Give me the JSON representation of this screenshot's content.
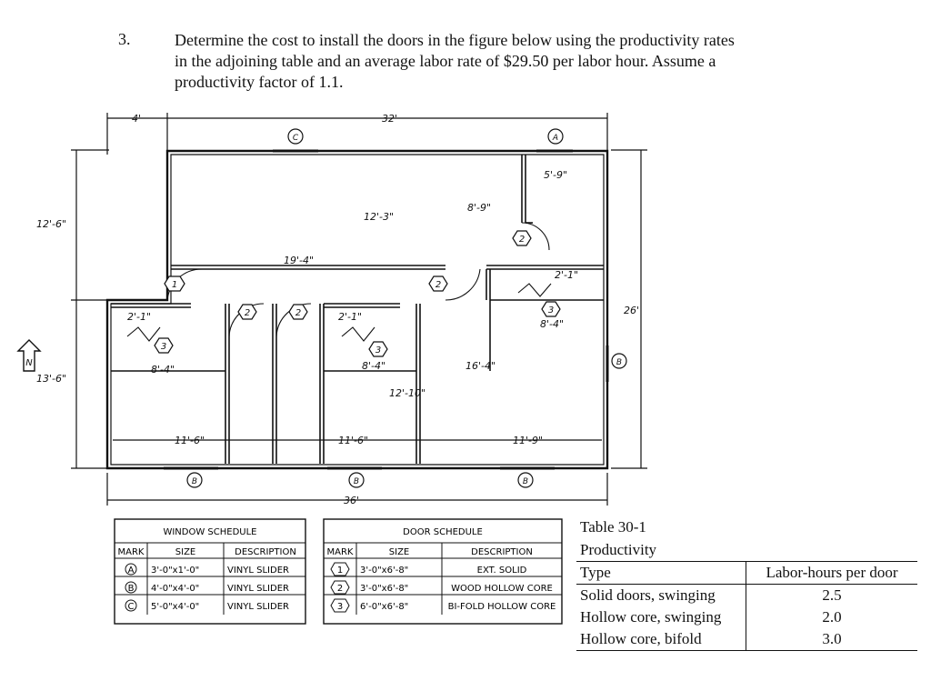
{
  "question": {
    "number": "3.",
    "lines": [
      "Determine the cost to install the doors in the figure below using the productivity rates",
      "in the adjoining table and an average labor rate of $29.50 per labor hour. Assume a",
      "productivity factor of 1.1."
    ]
  },
  "plan": {
    "dims": {
      "top_left": "4'",
      "top_overall": "32'",
      "left_upper": "12'-6\"",
      "left_lower": "13'-6\"",
      "right_overall": "26'",
      "bottom_overall": "36'",
      "d_12_3": "12'-3\"",
      "d_8_9": "8'-9\"",
      "d_5_9": "5'-9\"",
      "d_19_4": "19'-4\"",
      "d_2_1_right": "2'-1\"",
      "d_8_4_right": "8'-4\"",
      "d_2_1_left": "2'-1\"",
      "d_8_4_left": "8'-4\"",
      "d_2_1_mid": "2'-1\"",
      "d_8_4_mid": "8'-4\"",
      "d_16_4": "16'-4\"",
      "d_12_10": "12'-10\"",
      "d_11_6_left": "11'-6\"",
      "d_11_6_mid": "11'-6\"",
      "d_11_9": "11'-9\""
    },
    "window_tags": {
      "top_c": "C",
      "top_a": "A",
      "right_b": "B",
      "bottom_b1": "B",
      "bottom_b2": "B",
      "bottom_b3": "B"
    },
    "door_tags": {
      "entry": "1",
      "tag2_a": "2",
      "tag2_b": "2",
      "tag2_c": "2",
      "tag2_d": "2",
      "tag3_left": "3",
      "tag3_mid": "3",
      "tag3_right": "3"
    },
    "north_label": "N"
  },
  "window_schedule": {
    "title": "WINDOW SCHEDULE",
    "headers": [
      "MARK",
      "SIZE",
      "DESCRIPTION"
    ],
    "rows": [
      {
        "mark": "A",
        "size": "3'-0\"x1'-0\"",
        "description": "VINYL SLIDER"
      },
      {
        "mark": "B",
        "size": "4'-0\"x4'-0\"",
        "description": "VINYL SLIDER"
      },
      {
        "mark": "C",
        "size": "5'-0\"x4'-0\"",
        "description": "VINYL SLIDER"
      }
    ]
  },
  "door_schedule": {
    "title": "DOOR SCHEDULE",
    "headers": [
      "MARK",
      "SIZE",
      "DESCRIPTION"
    ],
    "rows": [
      {
        "mark": "1",
        "size": "3'-0\"x6'-8\"",
        "description": "EXT. SOLID"
      },
      {
        "mark": "2",
        "size": "3'-0\"x6'-8\"",
        "description": "WOOD HOLLOW CORE"
      },
      {
        "mark": "3",
        "size": "6'-0\"x6'-8\"",
        "description": "BI-FOLD HOLLOW CORE"
      }
    ]
  },
  "productivity_table": {
    "title": "Table 30-1",
    "subtitle": "Productivity",
    "headers": [
      "Type",
      "Labor-hours per door"
    ],
    "rows": [
      {
        "type": "Solid doors, swinging",
        "hours": "2.5"
      },
      {
        "type": "Hollow core, swinging",
        "hours": "2.0"
      },
      {
        "type": "Hollow core, bifold",
        "hours": "3.0"
      }
    ]
  }
}
